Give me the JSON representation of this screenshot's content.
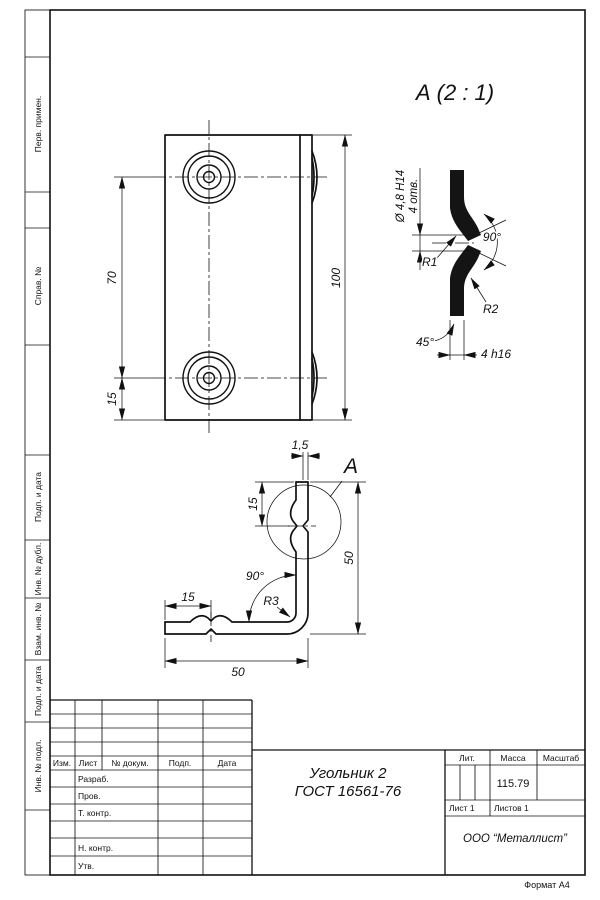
{
  "page": {
    "format_note": "Формат А4"
  },
  "margin_labels": {
    "perv_primen": "Перв. примен.",
    "sprav_no": "Справ. №",
    "podp_i_data_1": "Подп. и дата",
    "inv_no_dubl": "Инв. № дубл.",
    "vzam_inv_no": "Взам. инв. №",
    "podp_i_data_2": "Подп. и дата",
    "inv_no_podl": "Инв. № подл."
  },
  "front_view": {
    "dim_70": "70",
    "dim_15": "15",
    "dim_100": "100"
  },
  "detail_view": {
    "title": "А (2 : 1)",
    "dim_diameter": "Ø 4,8 H14",
    "dim_holes": "4 отв.",
    "dim_angle_90": "90°",
    "dim_r1": "R1",
    "dim_r2": "R2",
    "dim_angle_45": "45°",
    "dim_thickness": "4 h16"
  },
  "side_view": {
    "detail_label": "А",
    "dim_1_5": "1,5",
    "dim_15_top": "15",
    "dim_50_right": "50",
    "dim_angle_90": "90°",
    "dim_r3": "R3",
    "dim_15_left": "15",
    "dim_50_bottom": "50"
  },
  "title_block": {
    "col_izm": "Изм.",
    "col_list": "Лист",
    "col_no_dokum": "№ докум.",
    "col_podp": "Подп.",
    "col_data": "Дата",
    "row_razrab": "Разраб.",
    "row_prov": "Пров.",
    "row_t_kontr": "Т. контр.",
    "row_n_kontr": "Н. контр.",
    "row_utv": "Утв.",
    "doc_title_line1": "Угольник 2",
    "doc_title_line2": "ГОСТ 16561-76",
    "col_lit": "Лит.",
    "col_massa": "Масса",
    "col_masshtab": "Масштаб",
    "massa_value": "115.79",
    "list_info": "Лист 1",
    "listov_info": "Листов 1",
    "company": "ООО “Металлист”"
  }
}
